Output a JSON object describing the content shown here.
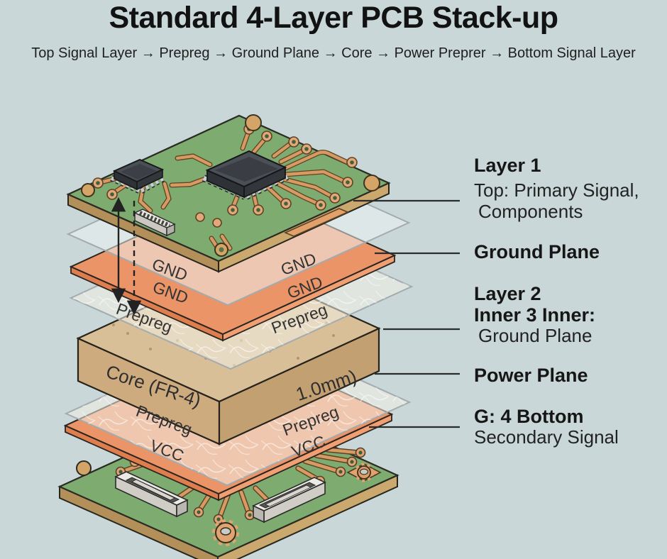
{
  "title": "Standard 4-Layer PCB Stack-up",
  "subtitle": "Top Signal Layer → Prepreg → Ground Plane → Core → Power Preprer → Bottom Signal Layer",
  "colors": {
    "background": "#c9d7d8",
    "pcb_green": "#7eac70",
    "copper_orange": "#ea9468",
    "core_tan": "#d9bf97",
    "board_edge_tan": "#c9a466",
    "trace_orange": "#d3925c",
    "text_dark": "#1c1c1c"
  },
  "stack_labels": {
    "gnd_film_left": "GND",
    "gnd_film_right": "GND",
    "gnd_plane_left": "GND",
    "gnd_plane_right": "GND",
    "prepreg_upper_left": "Prepreg",
    "prepreg_upper_right": "Prepreg",
    "core_left": "Core (FR-4)",
    "core_right": "1.0mm)",
    "prepreg_lower_left": "Prepreg",
    "prepreg_lower_right": "Prepreg",
    "vcc_left": "VCC",
    "vcc_right": "VCC"
  },
  "annotations": {
    "layer1_title": "Layer 1",
    "layer1_line1": "Top: Primary Signal,",
    "layer1_line2": "Components",
    "ground_plane_label": "Ground Plane",
    "layer2_title": "Layer 2",
    "layer2_line1": "Inner 3 Inner:",
    "layer2_line2": "Ground Plane",
    "power_plane_label": "Power Plane",
    "bottom_title": "G: 4 Bottom",
    "bottom_line1": "Secondary Signal"
  }
}
